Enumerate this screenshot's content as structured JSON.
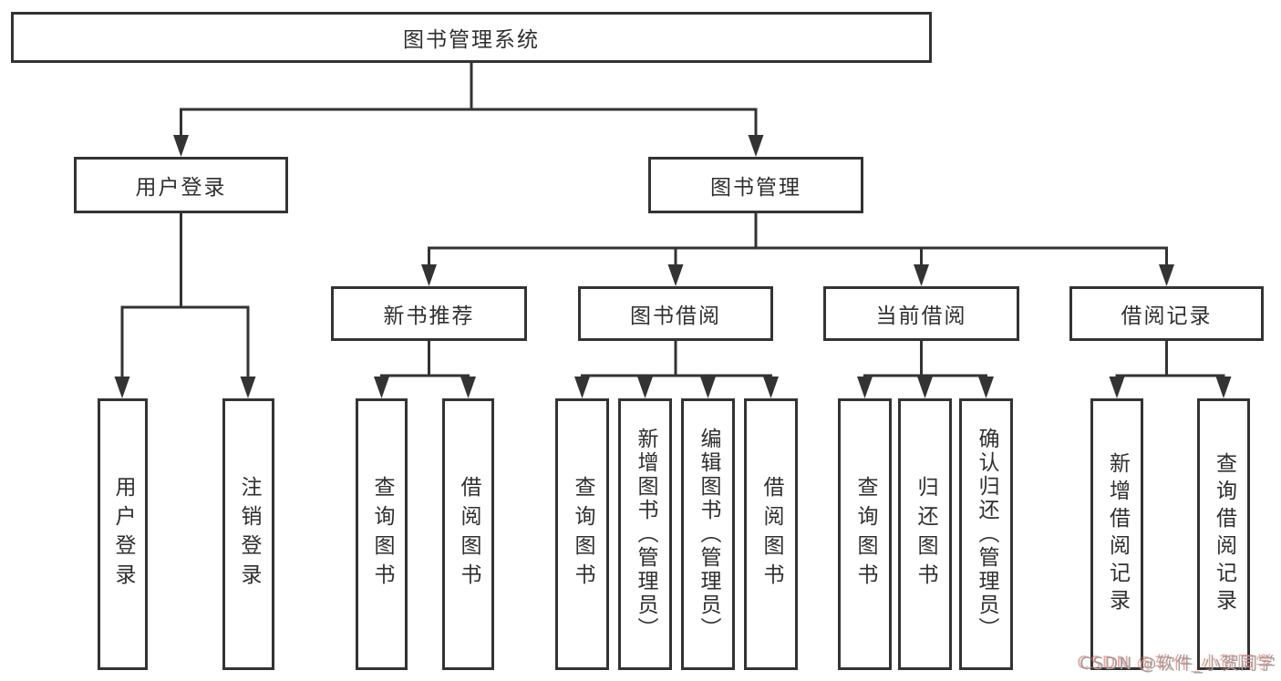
{
  "diagram": {
    "root": "图书管理系统",
    "branches": [
      {
        "label": "用户登录",
        "children": [
          "用户登录",
          "注销登录"
        ]
      },
      {
        "label": "图书管理",
        "groups": [
          {
            "label": "新书推荐",
            "children": [
              "查询图书",
              "借阅图书"
            ]
          },
          {
            "label": "图书借阅",
            "children": [
              "查询图书",
              "新增图书（管理员）",
              "编辑图书（管理员）",
              "借阅图书"
            ]
          },
          {
            "label": "当前借阅",
            "children": [
              "查询图书",
              "归还图书",
              "确认归还（管理员）"
            ]
          },
          {
            "label": "借阅记录",
            "children": [
              "新增借阅记录",
              "查询借阅记录"
            ]
          }
        ]
      }
    ]
  },
  "watermark": {
    "text": "CSDN @软件_小贺同学"
  },
  "colors": {
    "line": "#333333",
    "box_border": "#333333",
    "text": "#2f2f2f",
    "background": "#ffffff",
    "watermark_gray": "#9e9e9e",
    "watermark_red": "#e65a46"
  }
}
